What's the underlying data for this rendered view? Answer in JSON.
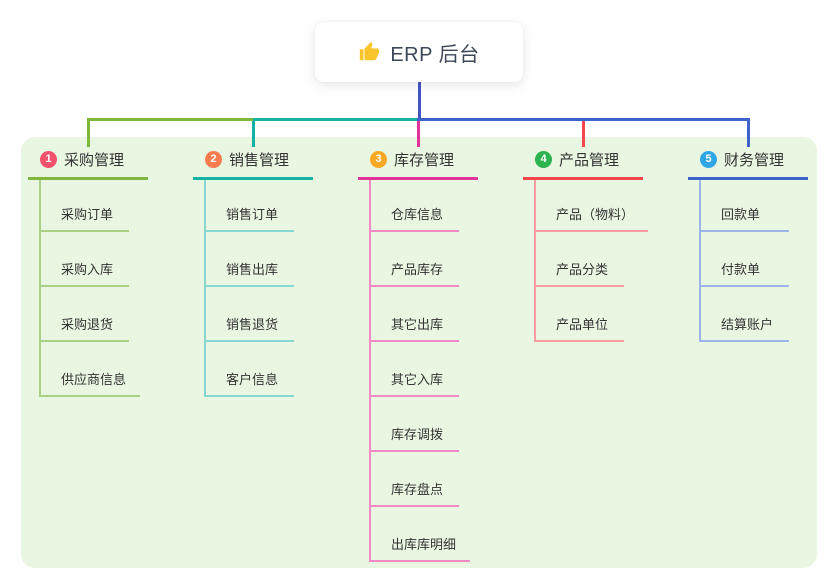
{
  "root": {
    "label": "ERP 后台",
    "icon": "thumbs-up-icon",
    "icon_color": "#f9c52c"
  },
  "colors": {
    "page_bg": "#ffffff",
    "canvas_bg": "#e9f7e2",
    "root_connector": "#4355c6",
    "text": "#333333",
    "root_text": "#3d4757"
  },
  "branches": [
    {
      "badge": "1",
      "label": "采购管理",
      "badge_color": "#f4526e",
      "line_color": "#7fb63d",
      "child_line_color": "#a9d286",
      "children": [
        "采购订单",
        "采购入库",
        "采购退货",
        "供应商信息"
      ]
    },
    {
      "badge": "2",
      "label": "销售管理",
      "badge_color": "#f97c4f",
      "line_color": "#14b2a5",
      "child_line_color": "#85d8cf",
      "children": [
        "销售订单",
        "销售出库",
        "销售退货",
        "客户信息"
      ]
    },
    {
      "badge": "3",
      "label": "库存管理",
      "badge_color": "#f9a825",
      "line_color": "#e0339c",
      "child_line_color": "#ef8ac5",
      "children": [
        "仓库信息",
        "产品库存",
        "其它出库",
        "其它入库",
        "库存调拨",
        "库存盘点",
        "出库库明细"
      ]
    },
    {
      "badge": "4",
      "label": "产品管理",
      "badge_color": "#2cb24e",
      "line_color": "#f5454d",
      "child_line_color": "#f89ca1",
      "children": [
        "产品（物料）",
        "产品分类",
        "产品单位"
      ]
    },
    {
      "badge": "5",
      "label": "财务管理",
      "badge_color": "#30a6e5",
      "line_color": "#3e62cb",
      "child_line_color": "#9db5e8",
      "children": [
        "回款单",
        "付款单",
        "结算账户"
      ]
    }
  ]
}
